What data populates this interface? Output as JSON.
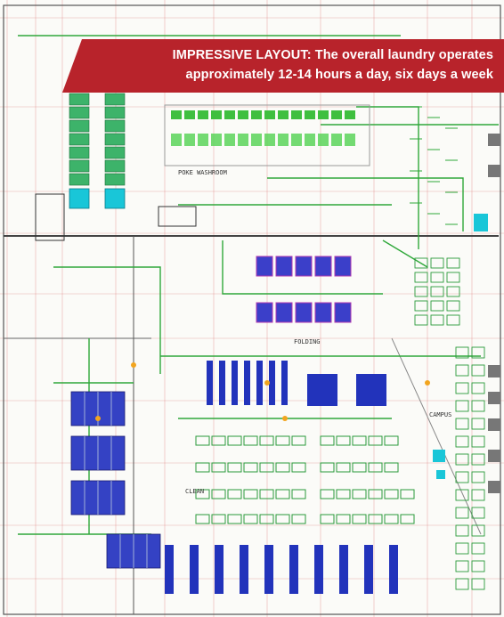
{
  "banner": {
    "lead": "IMPRESSIVE LAYOUT:",
    "line1_rest": "The overall laundry operates",
    "line2": "approximately 12-14 hours a day, six days a week"
  },
  "labels": {
    "washroom": "POKE WASHROOM",
    "clean": "CLEAN",
    "campus": "CAMPUS",
    "folding": "FOLDING"
  },
  "colors": {
    "banner": "#b8232b",
    "pipes_green": "#2fa83a",
    "machines_blue": "#2233bb",
    "grid_red": "#e07a7a",
    "accent_cyan": "#19c6d8",
    "accent_magenta": "#b03ab0"
  }
}
